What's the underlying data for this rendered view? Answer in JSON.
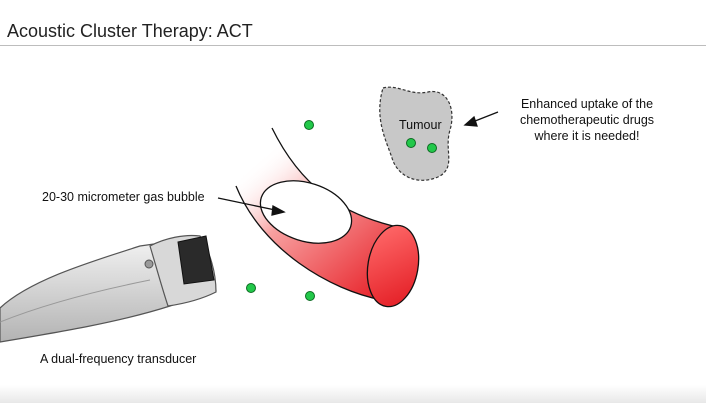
{
  "slide": {
    "title": "Acoustic Cluster Therapy: ACT"
  },
  "labels": {
    "bubble": "20-30 micrometer gas bubble",
    "transducer": "A dual-frequency transducer",
    "tumour": "Tumour",
    "uptake_line1": "Enhanced uptake of the",
    "uptake_line2": "chemotherapeutic drugs",
    "uptake_line3": "where it is needed!"
  },
  "colors": {
    "vessel": "#e8232a",
    "particles": "#22c84a",
    "tumour_fill": "#c8c8c8",
    "transducer_body": "#d4d4d4"
  }
}
